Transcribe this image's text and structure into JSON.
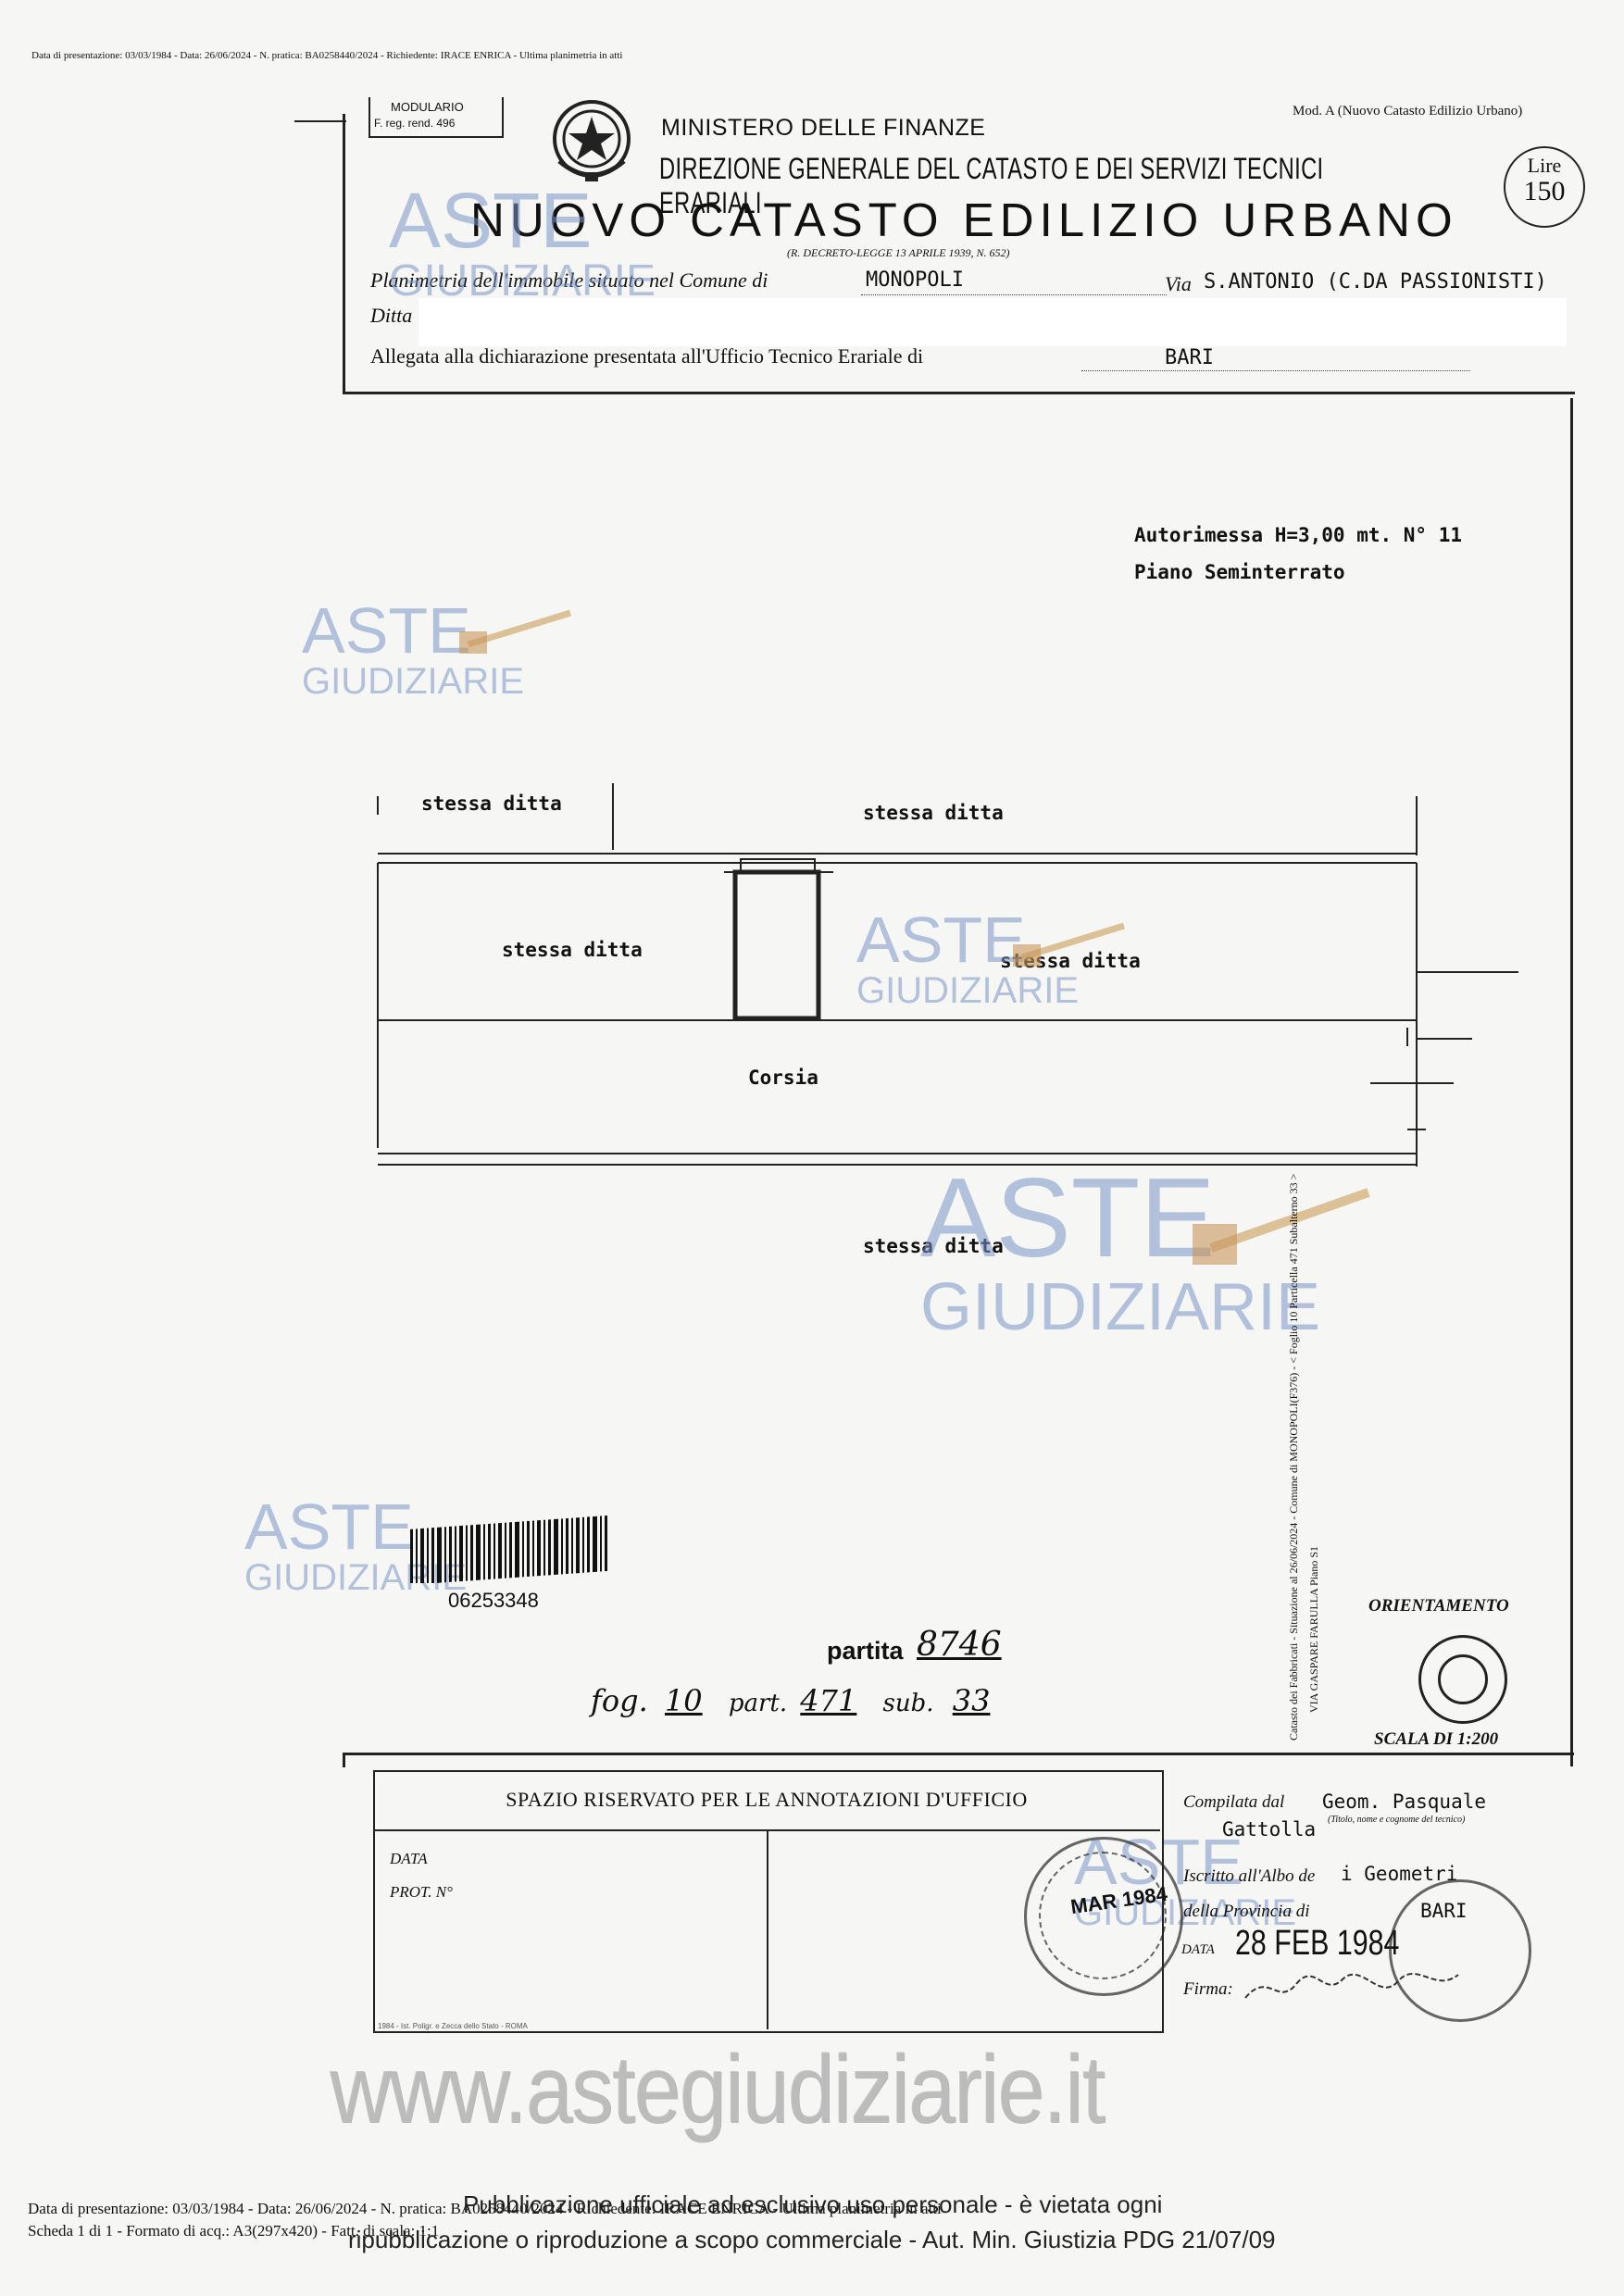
{
  "header": {
    "top_line": "Data di presentazione: 03/03/1984 - Data: 26/06/2024 - N. pratica: BA0258440/2024 - Richiedente: IRACE ENRICA - Ultima planimetria in atti",
    "modello_label": "MODULARIO",
    "modello_form": "F. reg. rend. 496",
    "ministry": "MINISTERO DELLE FINANZE",
    "direzione": "DIREZIONE GENERALE DEL CATASTO E DEI SERVIZI TECNICI ERARIALI",
    "title": "NUOVO CATASTO EDILIZIO URBANO",
    "decreto": "(R. DECRETO-LEGGE 13 APRILE 1939, N. 652)",
    "mod_a": "Mod. A (Nuovo Catasto Edilizio Urbano)",
    "lire_label": "Lire",
    "lire_value": "150"
  },
  "form": {
    "planimetria_label": "Planimetria dell'immobile situato nel Comune di",
    "comune": "MONOPOLI",
    "via_label": "Via",
    "via_value": "S.ANTONIO (C.DA PASSIONISTI)",
    "ditta_label": "Ditta",
    "allegata_label": "Allegata alla dichiarazione presentata all'Ufficio Tecnico Erariale di",
    "ufficio": "BARI"
  },
  "plan": {
    "title_line1": "Autorimessa H=3,00 mt. N° 11",
    "title_line2": "Piano Seminterrato",
    "labels": {
      "stessa_ditta_top_left": "stessa ditta",
      "stessa_ditta_top_right": "stessa ditta",
      "stessa_ditta_mid_left": "stessa ditta",
      "stessa_ditta_mid_right": "stessa ditta",
      "corsia": "Corsia",
      "stessa_ditta_bottom": "stessa ditta"
    }
  },
  "watermarks": {
    "aste": "ASTE",
    "giudiziarie": "GIUDIZIARIE",
    "site": "www.astegiudiziarie.it"
  },
  "records": {
    "barcode_number": "06253348",
    "partita_label": "partita",
    "partita_value": "8746",
    "fog_label": "fog.",
    "fog_value": "10",
    "part_label": "part.",
    "part_value": "471",
    "sub_label": "sub.",
    "sub_value": "33"
  },
  "orientation": {
    "label": "ORIENTAMENTO",
    "scala": "SCALA DI 1:200"
  },
  "side_text": {
    "line1": "Catasto dei Fabbricati - Situazione al 26/06/2024 - Comune di MONOPOLI(F376) - < Foglio 10 Particella 471 Subalterno 33 >",
    "line2": "VIA GASPARE FARULLA Piano S1"
  },
  "annotations": {
    "header": "SPAZIO RISERVATO PER LE ANNOTAZIONI D'UFFICIO",
    "data_label": "DATA",
    "prot_label": "PROT. N°",
    "printer": "1984 - Ist. Poligr. e Zecca dello Stato - ROMA"
  },
  "compiler": {
    "compilata_label": "Compilata dal",
    "compilata_value_1": "Geom. Pasquale",
    "compilata_value_2": "Gattolla",
    "tecnico_note": "(Titolo, nome e cognome del tecnico)",
    "iscritto_label": "Iscritto all'Albo de",
    "iscritto_value": "i Geometri",
    "provincia_label": "della Provincia di",
    "provincia_value": "BARI",
    "data_label": "DATA",
    "data_value": "28 FEB 1984",
    "firma_label": "Firma:",
    "stamp_date": "MAR 1984"
  },
  "footer": {
    "line1": "Data di presentazione: 03/03/1984 - Data: 26/06/2024 - N. pratica: BA0258440/2024 - Richiedente: IRACE ENRICA - Ultima planimetria in atti",
    "line2": "Scheda 1 di 1 - Formato di acq.: A3(297x420) - Fatt. di scala: 1:1",
    "pub_line1": "Pubblicazione ufficiale ad esclusivo uso personale - è vietata ogni",
    "pub_line2": "ripubblicazione o riproduzione a scopo commerciale - Aut. Min. Giustizia PDG 21/07/09"
  }
}
